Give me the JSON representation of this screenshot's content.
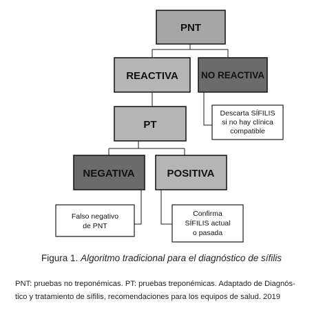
{
  "colors": {
    "top": "#a6a6a6",
    "dark": "#6b6b6b",
    "light": "#b5b5b5",
    "note": "#ffffff"
  },
  "nodes": {
    "pnt": "PNT",
    "reactiva": "REACTIVA",
    "no_reactiva": "NO REACTIVA",
    "pt": "PT",
    "negativa": "NEGATIVA",
    "positiva": "POSITIVA"
  },
  "notes": {
    "descarta": [
      "Descarta SÍFILIS",
      "si no hay clínica",
      "compatible"
    ],
    "falso_negativo": [
      "Falso negativo",
      "de PNT"
    ],
    "confirma": [
      "Confirma",
      "SÍFILIS actual",
      "o pasada"
    ]
  },
  "caption": {
    "prefix": "Figura 1.",
    "text": "Algoritmo tradicional para el diagnóstico de sífilis"
  },
  "footnote": {
    "line1": "PNT: pruebas no treponémicas. PT: pruebas treponémicas. Adaptado de Diagnós-",
    "line2": "tico y tratamiento de sífilis, recomendaciones para los equipos de salud. 2019"
  }
}
